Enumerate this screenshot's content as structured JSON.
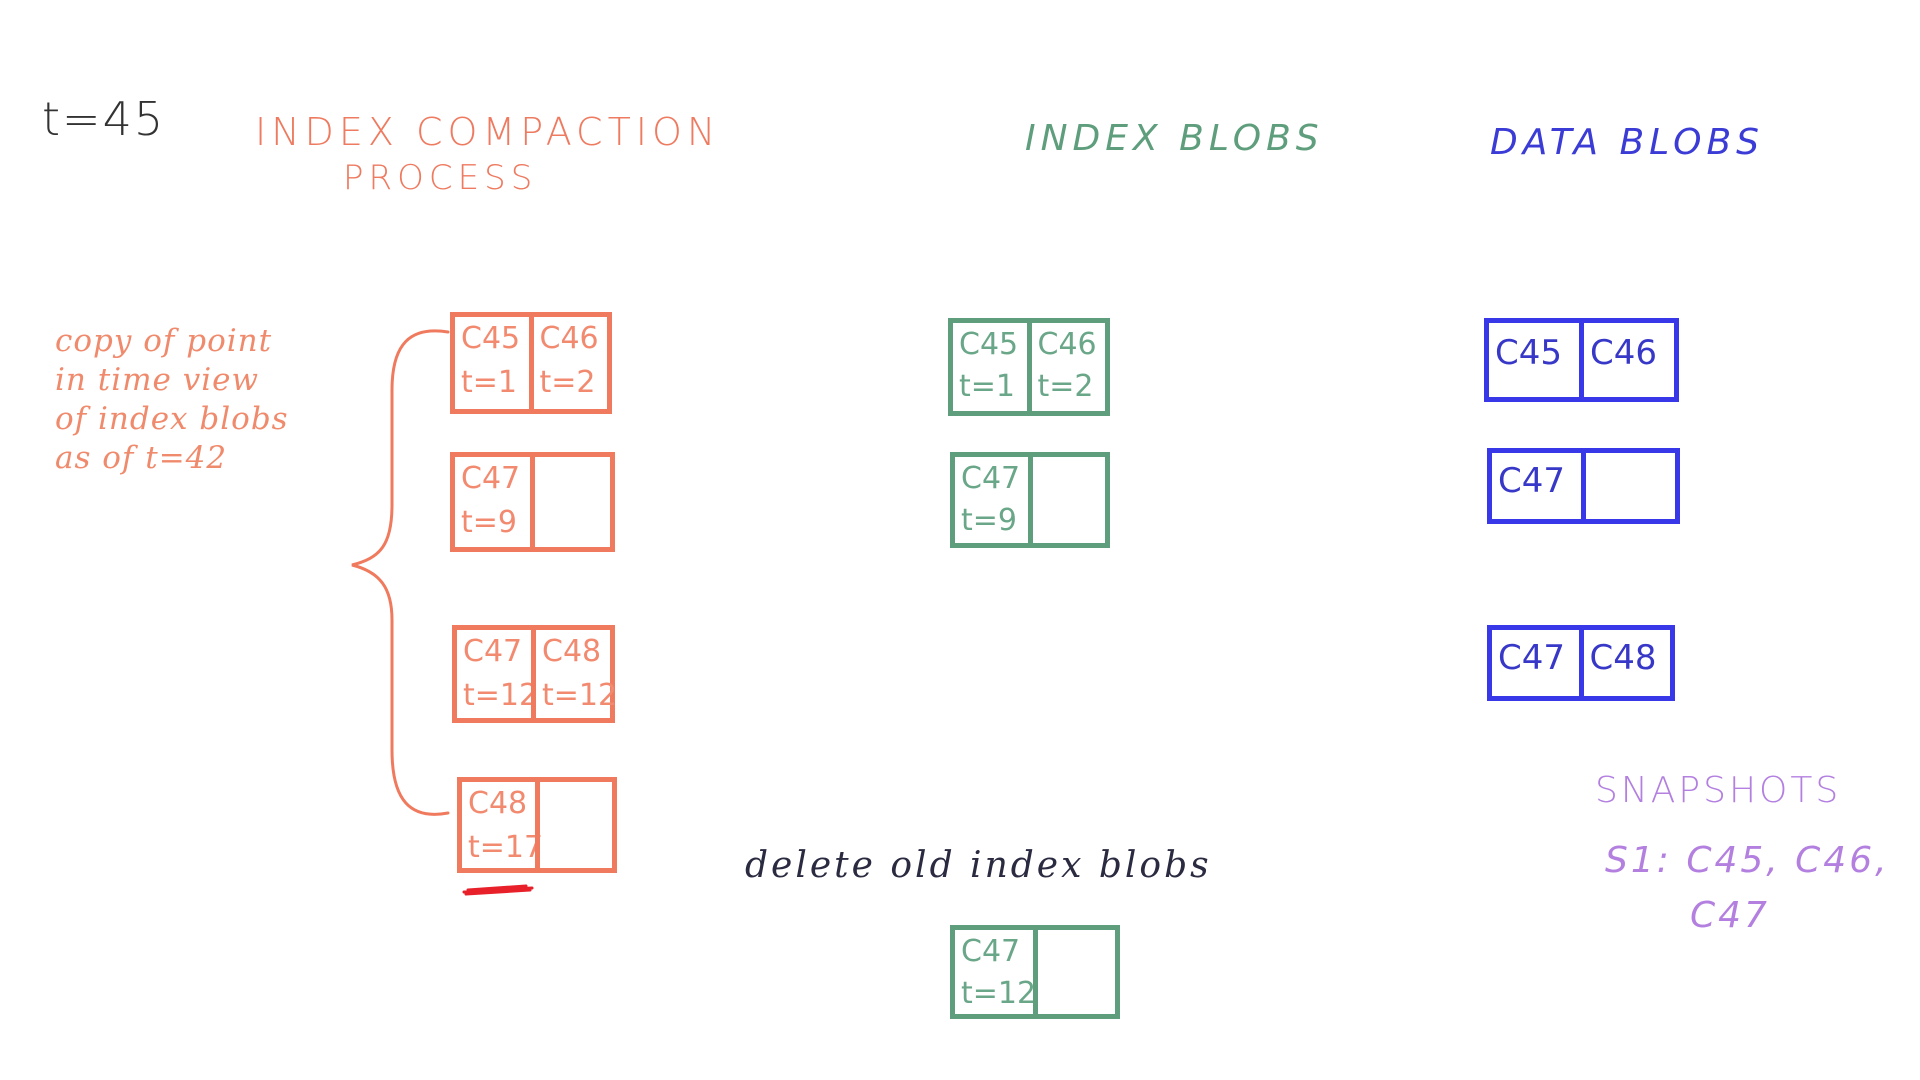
{
  "time_label": "t=45",
  "titles": {
    "compaction_line1": "INDEX COMPACTION",
    "compaction_line2": "PROCESS",
    "index_blobs": "INDEX BLOBS",
    "data_blobs": "DATA BLOBS"
  },
  "note": {
    "line1": "copy of point",
    "line2": "in time view",
    "line3": "of index blobs",
    "line4": "as of t=42"
  },
  "compaction_blobs": [
    {
      "cells": [
        {
          "name": "C45",
          "time": "t=1"
        },
        {
          "name": "C46",
          "time": "t=2"
        }
      ]
    },
    {
      "cells": [
        {
          "name": "C47",
          "time": "t=9"
        },
        {
          "name": "",
          "time": ""
        }
      ]
    },
    {
      "cells": [
        {
          "name": "C47",
          "time": "t=12"
        },
        {
          "name": "C48",
          "time": "t=12"
        }
      ]
    },
    {
      "cells": [
        {
          "name": "C48",
          "time": "t=17"
        },
        {
          "name": "",
          "time": ""
        }
      ]
    }
  ],
  "index_blobs": [
    {
      "cells": [
        {
          "name": "C45",
          "time": "t=1"
        },
        {
          "name": "C46",
          "time": "t=2"
        }
      ]
    },
    {
      "cells": [
        {
          "name": "C47",
          "time": "t=9"
        },
        {
          "name": "",
          "time": ""
        }
      ]
    }
  ],
  "delete_label": "delete old index blobs",
  "deleted_blob": {
    "cells": [
      {
        "name": "C47",
        "time": "t=12"
      },
      {
        "name": "",
        "time": ""
      }
    ]
  },
  "data_blobs": [
    {
      "cells": [
        {
          "name": "C45"
        },
        {
          "name": "C46"
        }
      ]
    },
    {
      "cells": [
        {
          "name": "C47"
        },
        {
          "name": ""
        }
      ]
    },
    {
      "cells": [
        {
          "name": "C47"
        },
        {
          "name": "C48"
        }
      ]
    }
  ],
  "snapshots": {
    "title": "SNAPSHOTS",
    "line1": "S1: C45, C46,",
    "line2": "C47"
  },
  "colors": {
    "compaction": "#f07a5e",
    "index": "#5e9e7c",
    "data": "#3838e8",
    "snapshots": "#b380e0",
    "highlight": "#e8202a"
  }
}
